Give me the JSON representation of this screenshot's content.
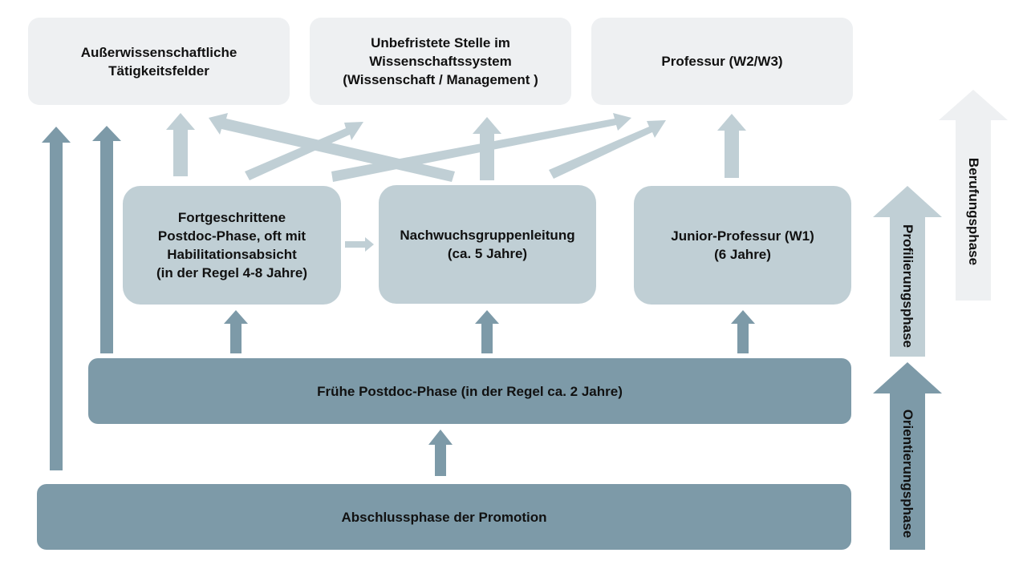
{
  "goals": {
    "external": "Außerwissenschaftliche\nTätigkeitsfelder",
    "permanent": "Unbefristete Stelle im\nWissenschaftssystem\n(Wissenschaft / Management )",
    "professorship": "Professur (W2/W3)"
  },
  "mid_stages": {
    "advanced_postdoc": "Fortgeschrittene\nPostdoc-Phase, oft mit\nHabilitationsabsicht\n(in der Regel 4-8 Jahre)",
    "junior_group": "Nachwuchsgruppenleitung\n(ca. 5 Jahre)",
    "junior_professor": "Junior-Professur (W1)\n(6 Jahre)"
  },
  "early_postdoc": "Frühe Postdoc-Phase (in der Regel ca. 2 Jahre)",
  "doctorate_completion": "Abschlussphase der Promotion",
  "phases": {
    "appointment": "Berufungsphase",
    "profiling": "Profilierungsphase",
    "orientation": "Orientierungsphase"
  },
  "colors": {
    "goal_box": "#eef0f2",
    "mid_box": "#c0cfd5",
    "dark_box": "#7d9aa8",
    "arrow_dark": "#7d9aa8",
    "arrow_light": "#c0cfd5",
    "arrow_pale": "#eef0f2"
  }
}
